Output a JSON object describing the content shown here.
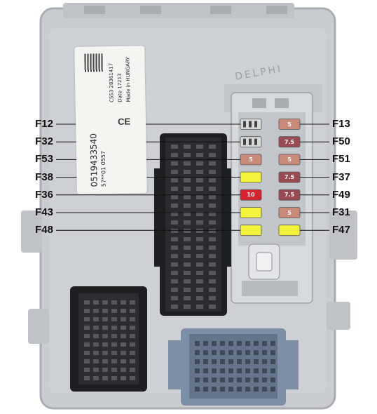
{
  "photo": {
    "brand_mark": "DELPHI",
    "part_label": {
      "part_number": "0519433540",
      "line_a": "57**01 0557",
      "line_b": "C5S3 28361417",
      "line_c": "Date 17213",
      "line_d": "Made in HUNGARY",
      "ce_mark": "CE"
    }
  },
  "callouts_left": [
    "F12",
    "F32",
    "F53",
    "F38",
    "F36",
    "F43",
    "F48"
  ],
  "callouts_right": [
    "F13",
    "F50",
    "F51",
    "F37",
    "F49",
    "F31",
    "F47"
  ],
  "fuses": {
    "left_column": [
      {
        "id": "F12",
        "rating": "",
        "color": "#d8d8d8"
      },
      {
        "id": "F32",
        "rating": "",
        "color": "#d8d8d8"
      },
      {
        "id": "F53",
        "rating": "5",
        "color": "#c98a7a"
      },
      {
        "id": "F38",
        "rating": "",
        "color": "#f2f23a"
      },
      {
        "id": "F36",
        "rating": "10",
        "color": "#d8232f"
      },
      {
        "id": "F43",
        "rating": "",
        "color": "#f2f23a"
      },
      {
        "id": "F48",
        "rating": "",
        "color": "#f2f23a"
      }
    ],
    "right_column": [
      {
        "id": "F13",
        "rating": "5",
        "color": "#c98a7a"
      },
      {
        "id": "F50",
        "rating": "7.5",
        "color": "#9a4b52"
      },
      {
        "id": "F51",
        "rating": "5",
        "color": "#c98a7a"
      },
      {
        "id": "F37",
        "rating": "7.5",
        "color": "#9a4b52"
      },
      {
        "id": "F49",
        "rating": "7.5",
        "color": "#9a4b52"
      },
      {
        "id": "F31",
        "rating": "5",
        "color": "#c98a7a"
      },
      {
        "id": "F47",
        "rating": "",
        "color": "#f2f23a"
      }
    ]
  },
  "colors": {
    "housing": "#c9cdd1",
    "housing_shadow": "#a9adb2",
    "connector_black": "#1e1f21",
    "connector_blue": "#7d8fa6"
  }
}
